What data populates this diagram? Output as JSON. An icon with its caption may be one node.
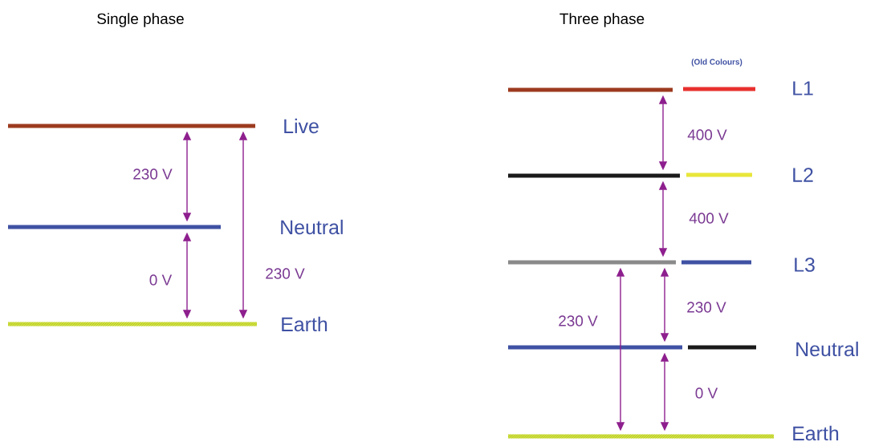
{
  "diagram": {
    "nodes": [
      {
        "text": [],
        "shape": "bar",
        "beside": [
          "Live"
        ]
      },
      {
        "text": [],
        "shape": "bar",
        "beside": [
          "Neutral"
        ]
      },
      {
        "text": [],
        "shape": "bar",
        "beside": [
          "Earth"
        ]
      },
      {
        "text": [],
        "shape": "bar"
      },
      {
        "text": [],
        "shape": "bar"
      },
      {
        "text": [],
        "shape": "bar"
      },
      {
        "text": [],
        "shape": "bar"
      },
      {
        "text": [],
        "shape": "bar"
      },
      {
        "text": [],
        "shape": "bar"
      },
      {
        "text": [],
        "shape": "bar"
      },
      {
        "text": [],
        "shape": "bar"
      },
      {
        "text": [],
        "shape": "bar",
        "beside": [
          "Earth"
        ]
      }
    ],
    "edges": [
      {
        "from": 0,
        "to": 1,
        "arrow": "both",
        "label": "230 V"
      },
      {
        "from": 1,
        "to": 2,
        "arrow": "both",
        "label": "0 V"
      },
      {
        "from": 0,
        "to": 2,
        "arrow": "both",
        "label": "230 V"
      },
      {
        "from": 3,
        "to": 5,
        "arrow": "both",
        "label": "400 V"
      },
      {
        "from": 5,
        "to": 7,
        "arrow": "both",
        "label": "400 V"
      },
      {
        "from": 7,
        "to": 9,
        "arrow": "both",
        "label": "230 V"
      },
      {
        "from": 9,
        "to": 11,
        "arrow": "both",
        "label": "0 V"
      },
      {
        "from": 7,
        "to": 11,
        "arrow": "both",
        "label": "230 V"
      }
    ],
    "labels": [
      "Single phase",
      "Three phase",
      "(Old Colours)",
      "L1",
      "L2",
      "L3",
      "Neutral"
    ]
  }
}
